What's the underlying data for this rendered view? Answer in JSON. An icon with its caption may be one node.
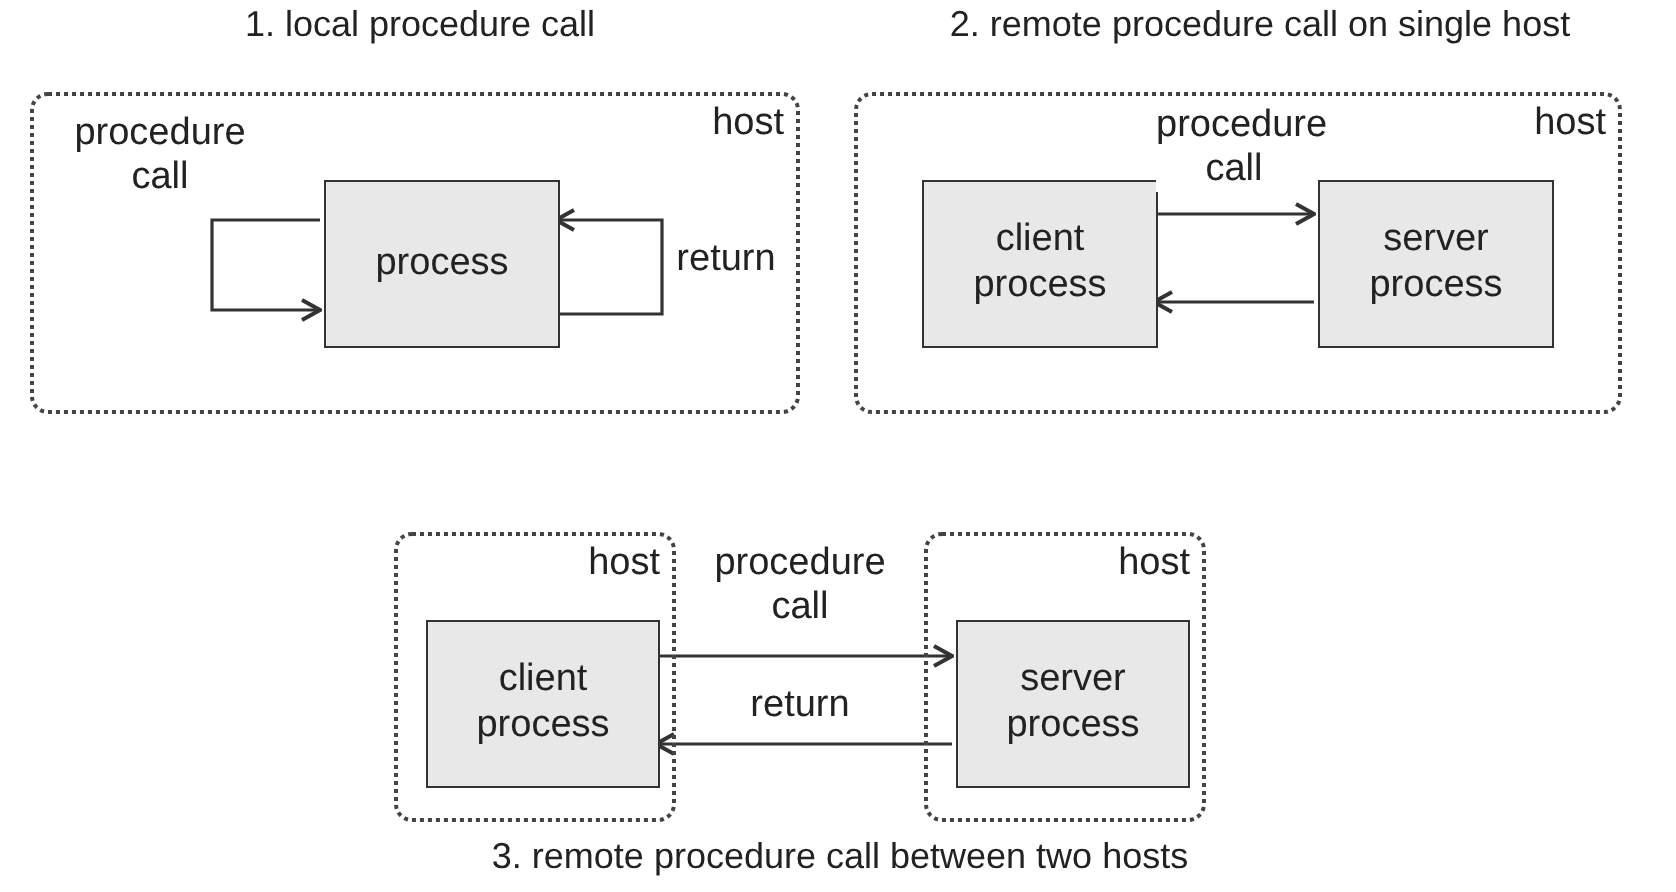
{
  "diagram": {
    "nodes": [
      {
        "text": [
          "host"
        ]
      },
      {
        "text": [
          "process"
        ],
        "in": 0
      },
      {
        "text": [
          "host"
        ]
      },
      {
        "text": [
          "client process"
        ],
        "in": 2
      },
      {
        "text": [
          "server process"
        ],
        "in": 2
      },
      {
        "text": [
          "host"
        ]
      },
      {
        "text": [
          "client process"
        ],
        "in": 5
      },
      {
        "text": [
          "host"
        ]
      },
      {
        "text": [
          "server process"
        ],
        "in": 7
      }
    ],
    "edges": [
      {
        "from": 1,
        "to": 1,
        "arrow": "to",
        "label": "procedure call"
      },
      {
        "from": 1,
        "to": 1,
        "arrow": "to",
        "label": "return"
      },
      {
        "from": 3,
        "to": 4,
        "arrow": "to",
        "label": "procedure call"
      },
      {
        "from": 4,
        "to": 3,
        "arrow": "to"
      },
      {
        "from": 6,
        "to": 8,
        "arrow": "to",
        "label": "procedure call"
      },
      {
        "from": 8,
        "to": 6,
        "arrow": "to",
        "label": "return"
      }
    ],
    "labels": [
      "1. local procedure call",
      "2. remote procedure call on single host",
      "3. remote procedure call between two hosts"
    ]
  }
}
